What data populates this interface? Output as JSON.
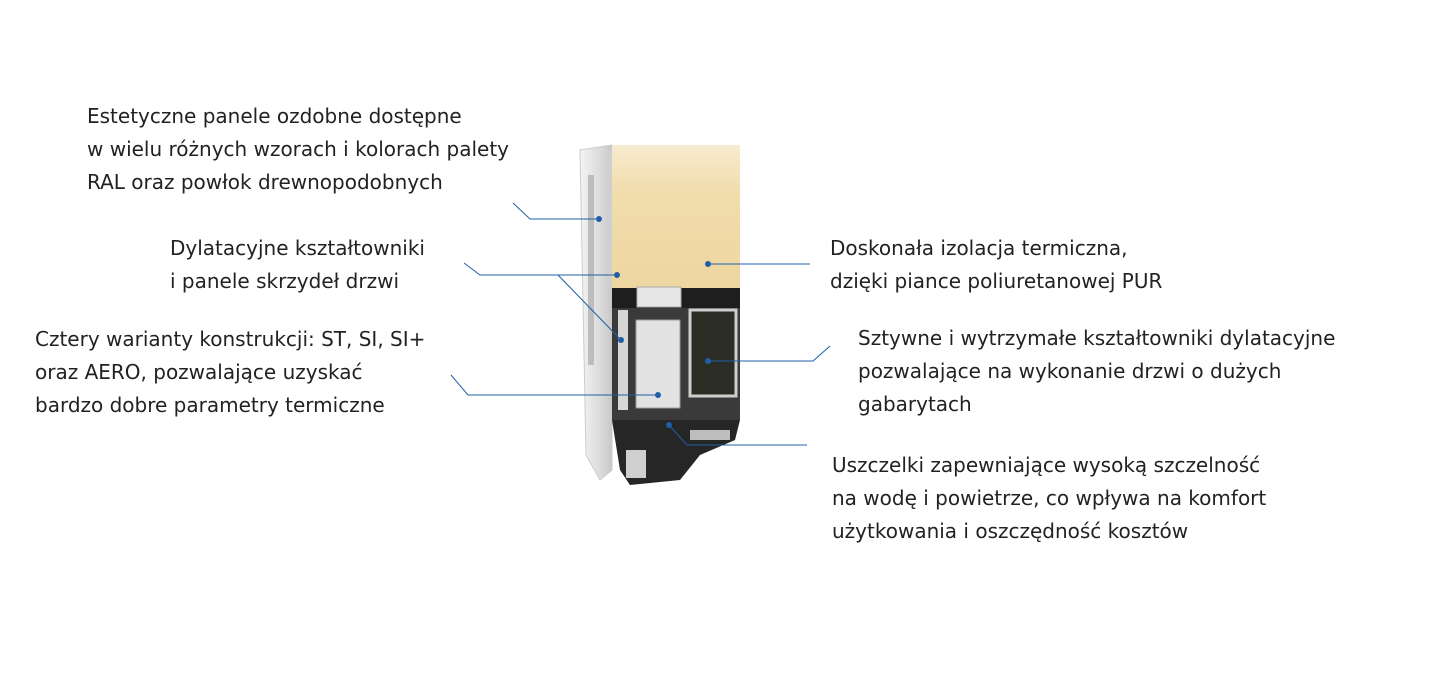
{
  "callouts": {
    "panels": [
      "Estetyczne panele ozdobne dostępne",
      "w wielu różnych wzorach i kolorach palety",
      "RAL oraz powłok drewnopodobnych"
    ],
    "profiles": [
      "Dylatacyjne kształtowniki",
      "i panele skrzydeł drzwi"
    ],
    "variants": [
      "Cztery warianty konstrukcji: ST, SI, SI+",
      "oraz AERO, pozwalające uzyskać",
      "bardzo dobre parametry termiczne"
    ],
    "insulation": [
      "Doskonała izolacja termiczna,",
      "dzięki piance poliuretanowej PUR"
    ],
    "rigid": [
      "Sztywne i wytrzymałe kształtowniki dylatacyjne",
      "pozwalające na wykonanie drzwi o dużych",
      "gabarytach"
    ],
    "seals": [
      "Uszczelki zapewniające wysoką szczelność",
      "na wodę i powietrze, co wpływa na komfort",
      "użytkowania i oszczędność kosztów"
    ]
  },
  "colors": {
    "leader": "#1f5fa8",
    "foam": "#f2ddae",
    "frame": "#2a2a2a",
    "aluminium": "#d8d8d8"
  }
}
